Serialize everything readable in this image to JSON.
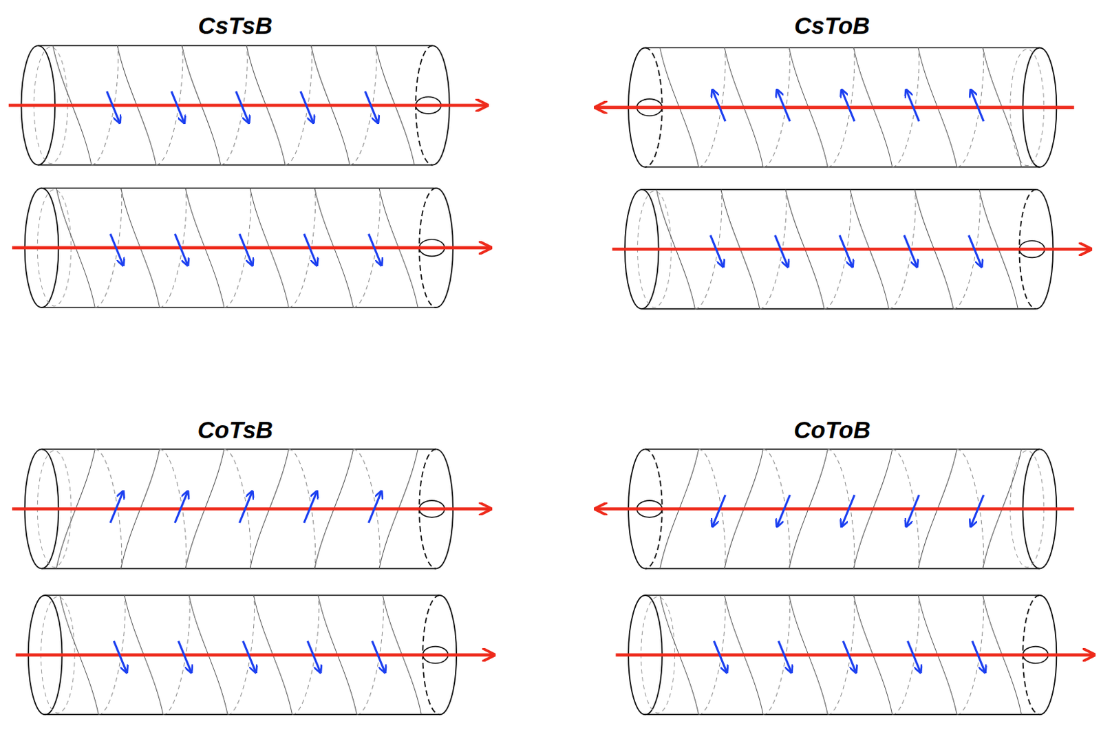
{
  "diagram": {
    "labels": [
      "CsTsB",
      "CsToB",
      "CoTsB",
      "CoToB"
    ]
  }
}
